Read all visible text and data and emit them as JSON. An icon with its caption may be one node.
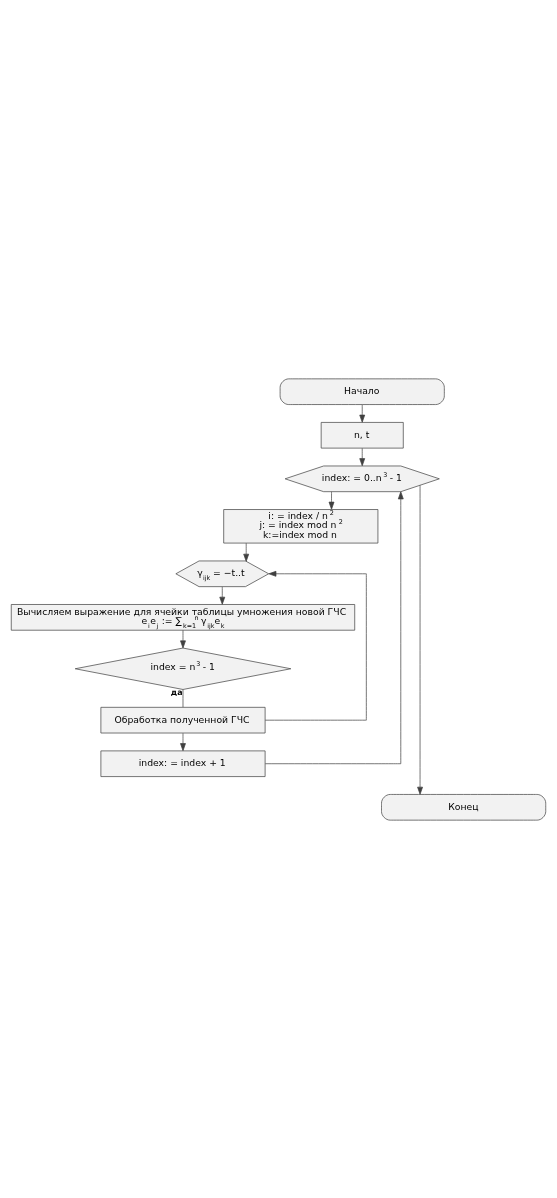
{
  "diagram": {
    "nodes": [
      {
        "text": [
          "Начало"
        ]
      },
      {
        "text": [
          "n, t"
        ]
      },
      {
        "text": [
          "index: = 0..n$^{3}$ - 1"
        ]
      },
      {
        "text": [
          "i: = index / n$^{2}$",
          "j: = index mod n$^{2}$",
          "k:=index mod n"
        ]
      },
      {
        "text": [
          "γ$_{ijk}$ = −t..t"
        ]
      },
      {
        "text": [
          "Вычисляем выражение для ячейки таблицы умножения новой ГЧС",
          "e$_{i}$e$_{j}$ := ∑$_{k=1}$$^{n}$ γ$_{ijk}$e$_{k}$"
        ]
      },
      {
        "text": [
          "index = n$^{3}$ - 1"
        ]
      },
      {
        "text": [
          "Обработка полученной ГЧС"
        ]
      },
      {
        "text": [
          "index: = index + 1"
        ]
      },
      {
        "text": [
          "Конец"
        ]
      }
    ],
    "edges": [
      {
        "from": 0,
        "to": 1,
        "arrow": "to"
      },
      {
        "from": 1,
        "to": 2,
        "arrow": "to"
      },
      {
        "from": 2,
        "to": 3,
        "arrow": "to"
      },
      {
        "from": 3,
        "to": 4,
        "arrow": "to"
      },
      {
        "from": 4,
        "to": 5,
        "arrow": "to"
      },
      {
        "from": 5,
        "to": 6,
        "arrow": "to"
      },
      {
        "from": 6,
        "to": 7,
        "arrow": "none",
        "label": "да"
      },
      {
        "from": 7,
        "to": 4,
        "arrow": "to"
      },
      {
        "from": 7,
        "to": 8,
        "arrow": "to"
      },
      {
        "from": 8,
        "to": 2,
        "arrow": "to"
      },
      {
        "from": 2,
        "to": 9,
        "arrow": "to"
      }
    ]
  }
}
